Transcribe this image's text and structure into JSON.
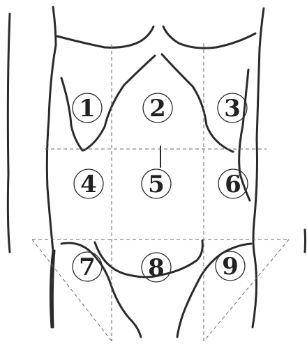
{
  "regions": [
    {
      "label": "1"
    },
    {
      "label": "2"
    },
    {
      "label": "3"
    },
    {
      "label": "4"
    },
    {
      "label": "5"
    },
    {
      "label": "6"
    },
    {
      "label": "7"
    },
    {
      "label": "8"
    },
    {
      "label": "9"
    }
  ],
  "colors": {
    "outline": "#2a2a2a",
    "grid": "#6a6a6a"
  }
}
